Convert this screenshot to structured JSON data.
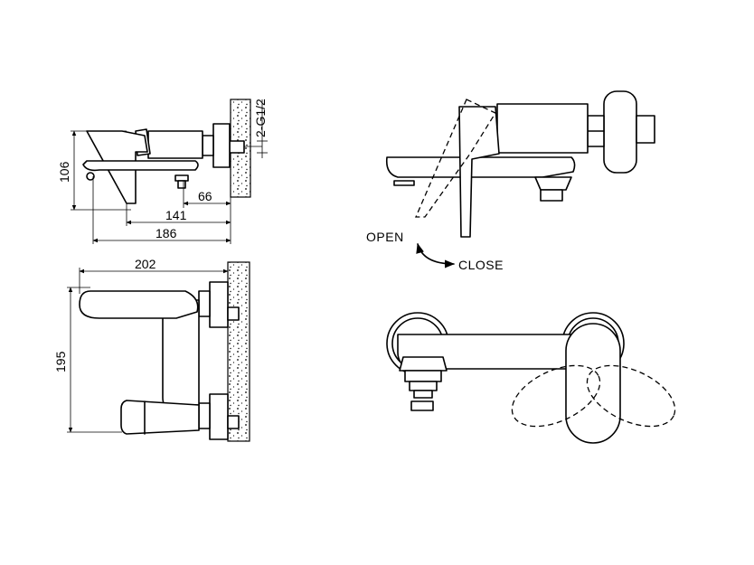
{
  "dimensions": {
    "side_height": "106",
    "depth_66": "66",
    "depth_141": "141",
    "depth_186": "186",
    "thread": "2-G1/2",
    "top_width": "202",
    "top_depth": "195"
  },
  "labels": {
    "open": "OPEN",
    "close": "CLOSE"
  }
}
